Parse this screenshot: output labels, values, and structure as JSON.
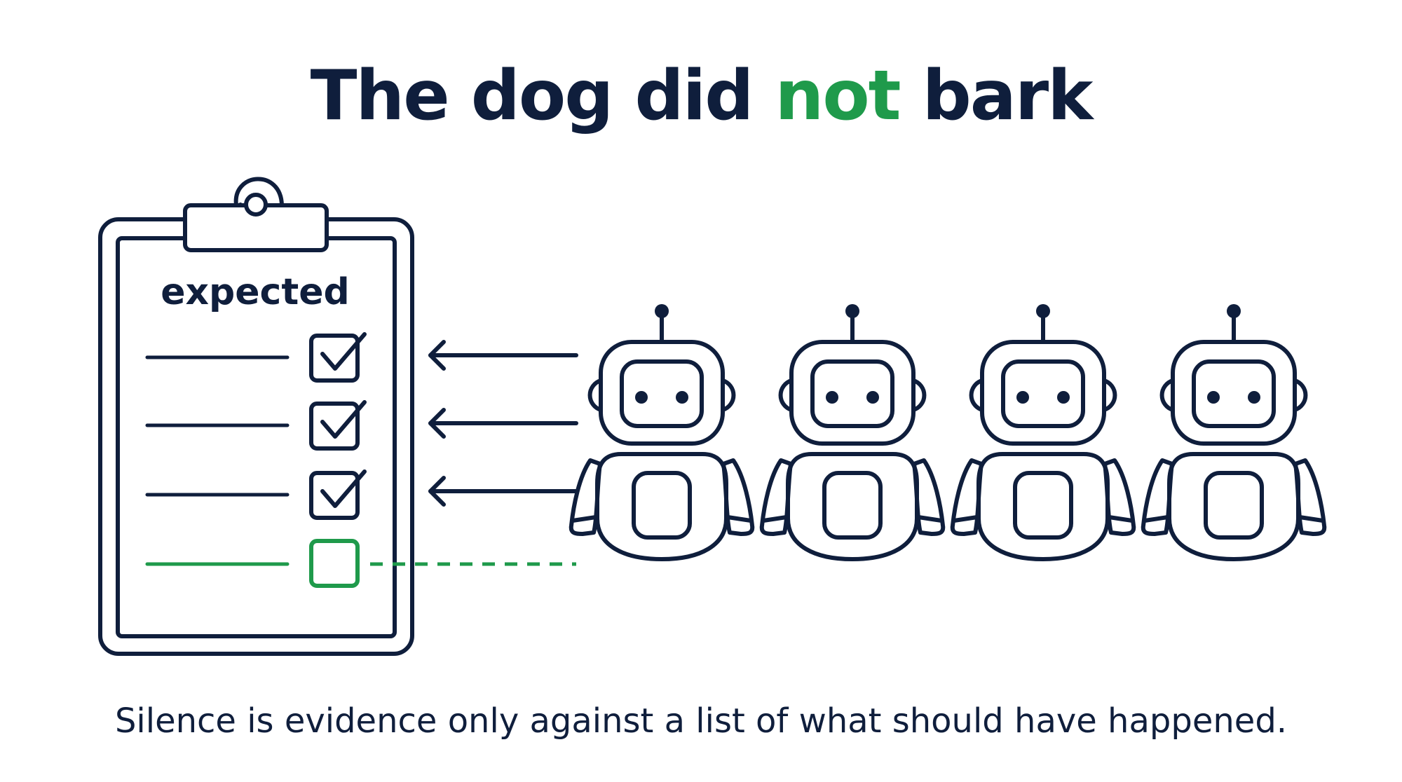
{
  "title": {
    "before": "The dog did ",
    "accent": "not",
    "after": " bark"
  },
  "clipboard": {
    "heading": "expected",
    "items": [
      {
        "checked": true
      },
      {
        "checked": true
      },
      {
        "checked": true
      },
      {
        "checked": false
      }
    ]
  },
  "robots": {
    "count": 4
  },
  "caption": "Silence is evidence only against a list of what should have happened.",
  "colors": {
    "ink": "#0f1e3c",
    "accent": "#1f9a4b",
    "background": "#ffffff"
  }
}
